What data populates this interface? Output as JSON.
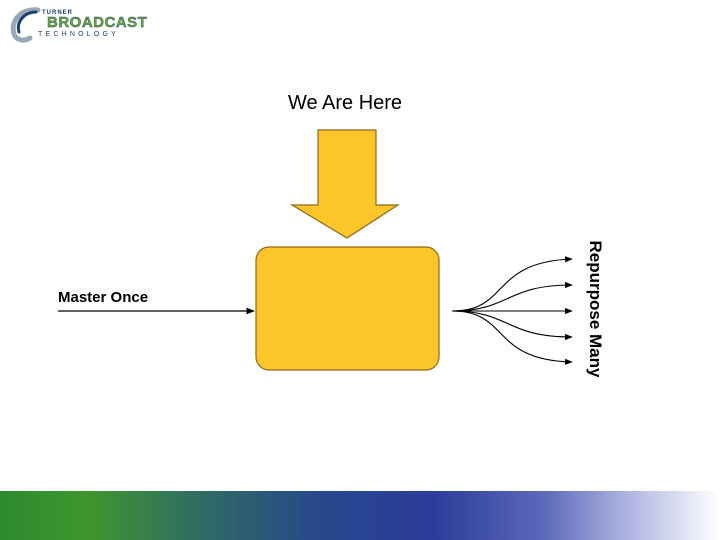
{
  "logo": {
    "top_text": "TURNER",
    "main_text": "BROADCAST",
    "bottom_text": "TECHNOLOGY",
    "colors": {
      "green": "#6fa934",
      "navy": "#1a3f73"
    }
  },
  "diagram": {
    "title": "We Are Here",
    "input_label": "Master Once",
    "output_label": "Repurpose Many",
    "colors": {
      "box_fill": "#fcc62b",
      "arrow_fill": "#fcc62b",
      "outline": "#8a6b1a",
      "line": "#000000"
    }
  },
  "footer": {
    "gradient_colors": [
      "#2d8a2f",
      "#27478d",
      "#ffffff"
    ]
  }
}
